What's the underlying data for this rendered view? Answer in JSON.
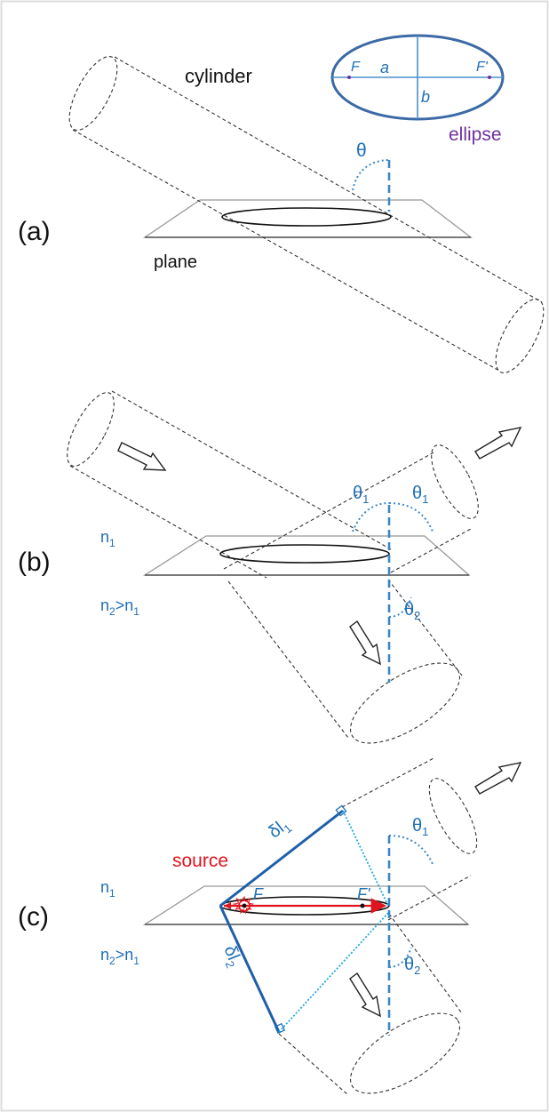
{
  "panel_a": {
    "label": "(a)",
    "cylinder_label": "cylinder",
    "plane_label": "plane",
    "theta": "θ",
    "inset": {
      "focus_left": "F",
      "focus_right": "F'",
      "semi_major": "a",
      "semi_minor": "b",
      "caption": "ellipse"
    }
  },
  "panel_b": {
    "label": "(b)",
    "medium_top": "n",
    "medium_top_sub": "1",
    "medium_bottom": "n",
    "medium_bottom_sub": "2",
    "medium_bottom_rel": ">n",
    "medium_bottom_rel_sub": "1",
    "theta1_left": "θ",
    "theta1_right": "θ",
    "theta2": "θ",
    "sub1": "1",
    "sub2": "2"
  },
  "panel_c": {
    "label": "(c)",
    "source_label": "source",
    "dl1": "δl",
    "dl1_sub": "1",
    "dl2": "δl",
    "dl2_sub": "2",
    "focus_left": "F",
    "focus_right": "F'",
    "medium_top": "n",
    "medium_top_sub": "1",
    "medium_bottom": "n",
    "medium_bottom_sub": "2",
    "medium_bottom_rel": ">n",
    "medium_bottom_rel_sub": "1",
    "theta1": "θ",
    "theta2": "θ",
    "sub1": "1",
    "sub2": "2"
  },
  "colors": {
    "blue": "#1f6fb5",
    "purple": "#7030a0",
    "red": "#e0141e"
  }
}
